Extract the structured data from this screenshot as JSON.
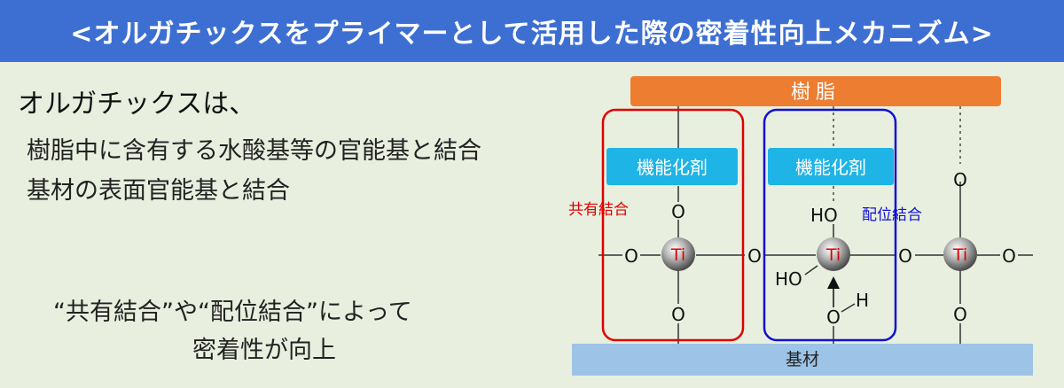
{
  "header": {
    "title": "<オルガチックスをプライマーとして活用した際の密着性向上メカニズム>"
  },
  "left": {
    "lead": "オルガチックスは、",
    "points": [
      "樹脂中に含有する水酸基等の官能基と結合",
      "基材の表面官能基と結合"
    ],
    "result_lines": [
      "“共有結合”や“配位結合”によって",
      "密着性が向上"
    ]
  },
  "diagram": {
    "resin_label": "樹脂",
    "substrate_label": "基材",
    "coupling_agent_label": "機能化剤",
    "covalent_label": "共有結合",
    "coordinate_label": "配位結合",
    "ti": "Ti",
    "o": "O",
    "ho": "HO",
    "h": "H",
    "colors": {
      "header_bg": "#3d6fd3",
      "resin": "#ed7d31",
      "substrate": "#9dc3e6",
      "agent": "#1eb4e6",
      "covalent": "#e00000",
      "coordinate": "#1010d0"
    }
  }
}
